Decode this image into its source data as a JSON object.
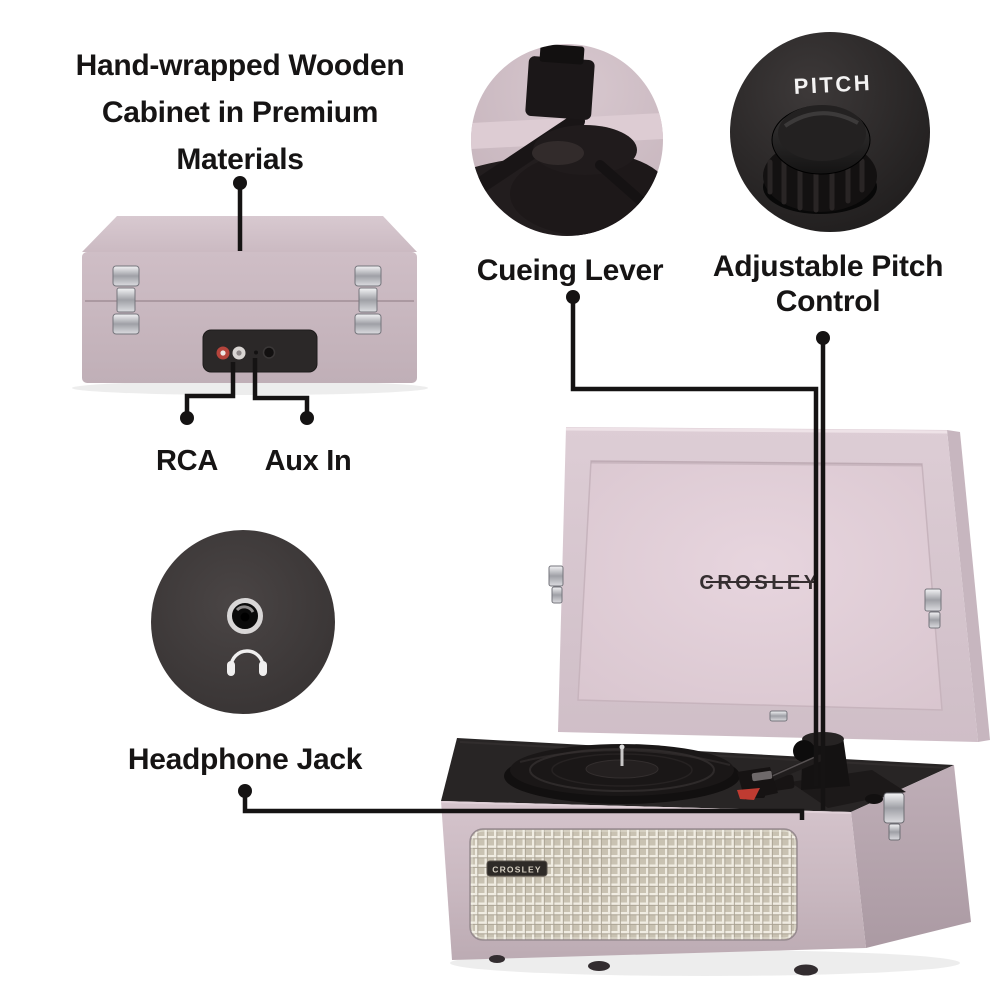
{
  "labels": {
    "cabinet_line1": "Hand-wrapped Wooden",
    "cabinet_line2": "Cabinet in Premium",
    "cabinet_line3": "Materials",
    "cueing_lever": "Cueing Lever",
    "pitch_line1": "Adjustable Pitch",
    "pitch_line2": "Control",
    "rca": "RCA",
    "aux_in": "Aux In",
    "headphone_jack": "Headphone Jack"
  },
  "product": {
    "brand_lid_logo": "CROSLEY",
    "brand_grille_badge": "CROSLEY",
    "pitch_knob_label": "PITCH"
  },
  "icons": {
    "headphone": "headphone-icon",
    "rca_jack_red": "rca-jack-red",
    "rca_jack_white": "rca-jack-white",
    "aux_port": "aux-port"
  },
  "colors": {
    "annotation_ink": "#151313",
    "cabinet_pink": "#c6b5bd",
    "cabinet_pink_light": "#d5c4cc",
    "lid_inner_pink": "#e6d4dd",
    "deck_black": "#282525",
    "grille_cream": "#e9e4d9",
    "dark_circle_bg": "#3b3737",
    "stylus_red": "#bf3b31",
    "latch_silver": "#d8d8dc"
  }
}
